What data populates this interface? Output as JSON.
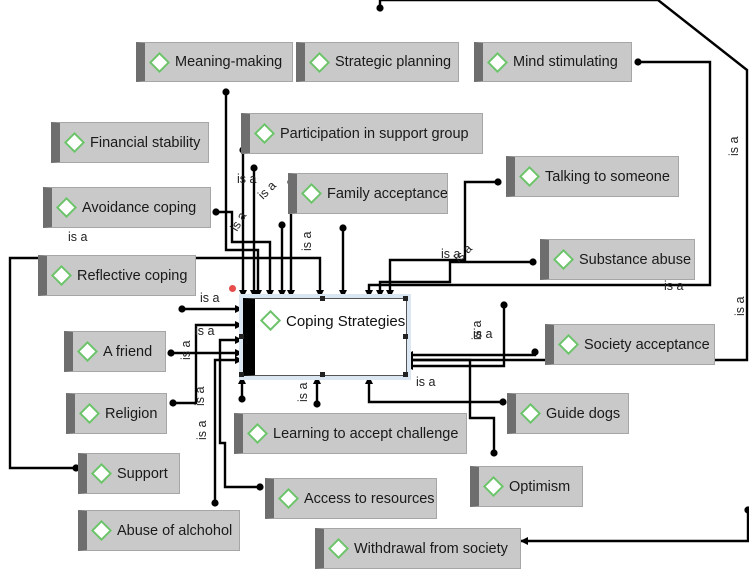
{
  "central_node": {
    "label": "Coping Strategies"
  },
  "nodes": [
    {
      "id": "meaning",
      "label": "Meaning-making"
    },
    {
      "id": "strategic",
      "label": "Strategic planning"
    },
    {
      "id": "mind",
      "label": "Mind stimulating"
    },
    {
      "id": "financial",
      "label": "Financial stability"
    },
    {
      "id": "participation",
      "label": "Participation in support group"
    },
    {
      "id": "talking",
      "label": "Talking to someone"
    },
    {
      "id": "avoidance",
      "label": "Avoidance coping"
    },
    {
      "id": "family",
      "label": "Family acceptance"
    },
    {
      "id": "substance",
      "label": "Substance abuse"
    },
    {
      "id": "reflective",
      "label": "Reflective coping"
    },
    {
      "id": "friend",
      "label": "A friend"
    },
    {
      "id": "society_acc",
      "label": "Society acceptance"
    },
    {
      "id": "religion",
      "label": "Religion"
    },
    {
      "id": "guide",
      "label": "Guide dogs"
    },
    {
      "id": "learning",
      "label": "Learning to accept challenge"
    },
    {
      "id": "support",
      "label": "Support"
    },
    {
      "id": "optimism",
      "label": "Optimism"
    },
    {
      "id": "access",
      "label": "Access to resources"
    },
    {
      "id": "abuse",
      "label": "Abuse of alchohol"
    },
    {
      "id": "withdrawal",
      "label": "Withdrawal from society"
    }
  ],
  "relation_label": "is a"
}
